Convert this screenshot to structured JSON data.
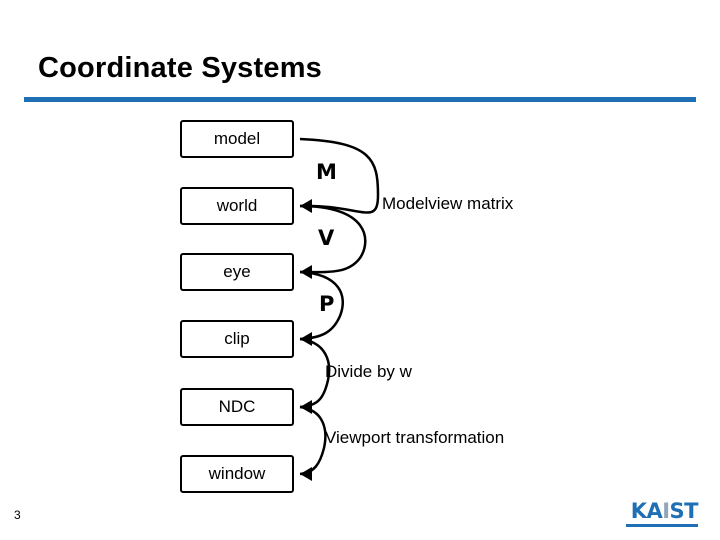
{
  "slide": {
    "title": "Coordinate Systems",
    "page_number": "3",
    "accent_color": "#1f6fb4"
  },
  "diagram": {
    "type": "pipeline-flow",
    "nodes": [
      {
        "id": "model",
        "label": "model"
      },
      {
        "id": "world",
        "label": "world"
      },
      {
        "id": "eye",
        "label": "eye"
      },
      {
        "id": "clip",
        "label": "clip"
      },
      {
        "id": "ndc",
        "label": "NDC"
      },
      {
        "id": "window",
        "label": "window"
      }
    ],
    "matrix_letters": [
      {
        "id": "m",
        "label": "M"
      },
      {
        "id": "v",
        "label": "V"
      },
      {
        "id": "p",
        "label": "P"
      }
    ],
    "annotations": [
      {
        "id": "modelview",
        "label": "Modelview matrix"
      },
      {
        "id": "divide",
        "label": "Divide by w"
      },
      {
        "id": "viewport",
        "label": "Viewport transformation"
      }
    ]
  },
  "logo": {
    "prefix": "KA",
    "middle": "I",
    "suffix": "ST"
  }
}
